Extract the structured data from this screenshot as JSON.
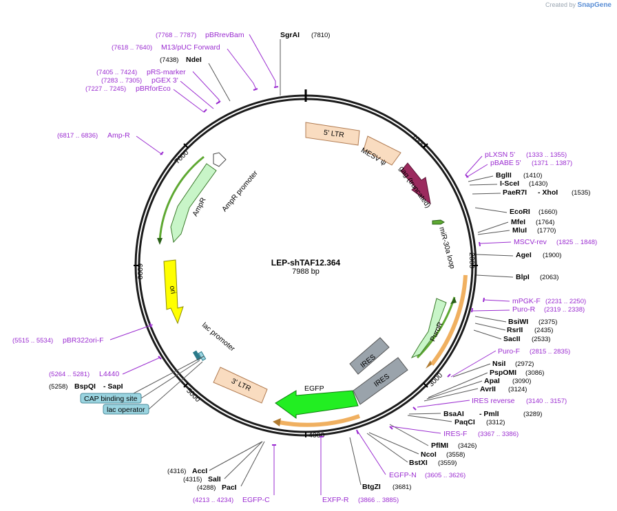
{
  "header": {
    "created_by": "Created by",
    "brand": "SnapGene"
  },
  "plasmid": {
    "name": "LEP-shTAF12.364",
    "size": "7988 bp"
  },
  "ticks": [
    "1000",
    "2000",
    "3000",
    "4000",
    "5000",
    "6000",
    "7000"
  ],
  "features": {
    "ltr5": "5' LTR",
    "mesv": "MESV ψ",
    "gag": "gag (truncated)",
    "mir30a": "miR-30a loop",
    "puror": "PuroR",
    "ires1": "IRES",
    "ires2": "IRES",
    "egfp": "EGFP",
    "ltr3": "3' LTR",
    "lac_promoter": "lac promoter",
    "ori": "ori",
    "ampr": "AmpR",
    "ampr_promoter": "AmpR promoter"
  },
  "sites": [
    {
      "name": "SgrAI",
      "pos": "(7810)"
    },
    {
      "name": "NdeI",
      "pos": "(7438)"
    },
    {
      "name": "BglII",
      "pos": "(1410)"
    },
    {
      "name": "I-SceI",
      "pos": "(1430)"
    },
    {
      "name": "PaeR7I",
      "name2": "- XhoI",
      "pos": "(1535)"
    },
    {
      "name": "EcoRI",
      "pos": "(1660)"
    },
    {
      "name": "MfeI",
      "pos": "(1764)"
    },
    {
      "name": "MluI",
      "pos": "(1770)"
    },
    {
      "name": "AgeI",
      "pos": "(1900)"
    },
    {
      "name": "BlpI",
      "pos": "(2063)"
    },
    {
      "name": "BsiWI",
      "pos": "(2375)"
    },
    {
      "name": "RsrII",
      "pos": "(2435)"
    },
    {
      "name": "SacII",
      "pos": "(2533)"
    },
    {
      "name": "NsiI",
      "pos": "(2972)"
    },
    {
      "name": "PspOMI",
      "pos": "(3086)"
    },
    {
      "name": "ApaI",
      "pos": "(3090)"
    },
    {
      "name": "AvrII",
      "pos": "(3124)"
    },
    {
      "name": "BsaAI",
      "name2": "- PmlI",
      "pos": "(3289)"
    },
    {
      "name": "PaqCI",
      "pos": "(3312)"
    },
    {
      "name": "PflMI",
      "pos": "(3426)"
    },
    {
      "name": "NcoI",
      "pos": "(3558)"
    },
    {
      "name": "BstXI",
      "pos": "(3559)"
    },
    {
      "name": "BtgZI",
      "pos": "(3681)"
    },
    {
      "name": "AccI",
      "pos": "(4316)"
    },
    {
      "name": "SalI",
      "pos": "(4315)"
    },
    {
      "name": "PacI",
      "pos": "(4288)"
    },
    {
      "name": "BspQI",
      "name2": "- SapI",
      "pos": "(5258)"
    }
  ],
  "primers": [
    {
      "name": "pBRrevBam",
      "pos": "(7768 .. 7787)"
    },
    {
      "name": "M13/pUC Forward",
      "pos": "(7618 .. 7640)"
    },
    {
      "name": "pRS-marker",
      "pos": "(7405 .. 7424)"
    },
    {
      "name": "pGEX 3'",
      "pos": "(7283 .. 7305)"
    },
    {
      "name": "pBRforEco",
      "pos": "(7227 .. 7245)"
    },
    {
      "name": "Amp-R",
      "pos": "(6817 .. 6836)"
    },
    {
      "name": "pLXSN 5'",
      "pos": "(1333 .. 1355)"
    },
    {
      "name": "pBABE 5'",
      "pos": "(1371 .. 1387)"
    },
    {
      "name": "MSCV-rev",
      "pos": "(1825 .. 1848)"
    },
    {
      "name": "mPGK-F",
      "pos": "(2231 .. 2250)"
    },
    {
      "name": "Puro-R",
      "pos": "(2319 .. 2338)"
    },
    {
      "name": "Puro-F",
      "pos": "(2815 .. 2835)"
    },
    {
      "name": "IRES reverse",
      "pos": "(3140 .. 3157)"
    },
    {
      "name": "IRES-F",
      "pos": "(3367 .. 3386)"
    },
    {
      "name": "EGFP-N",
      "pos": "(3605 .. 3626)"
    },
    {
      "name": "EXFP-R",
      "pos": "(3866 .. 3885)"
    },
    {
      "name": "EGFP-C",
      "pos": "(4213 .. 4234)"
    },
    {
      "name": "pBR322ori-F",
      "pos": "(5515 .. 5534)"
    },
    {
      "name": "L4440",
      "pos": "(5264 .. 5281)"
    }
  ],
  "boxes": {
    "cap": "CAP binding site",
    "lac_operator": "lac operator"
  },
  "colors": {
    "backbone": "#1a1a1a",
    "primer": "#9a2bd0",
    "ltr": "#f9dcc0",
    "gag": "#9b2a5e",
    "ires": "#9aa3ab",
    "egfp": "#22ee22",
    "puror": "#c8f5c8",
    "ori": "#ffff00",
    "ampr": "#c8f5c8",
    "orf": "#f0b060",
    "orf_green": "#5ea832",
    "cap_box": "#9ad4e0"
  }
}
